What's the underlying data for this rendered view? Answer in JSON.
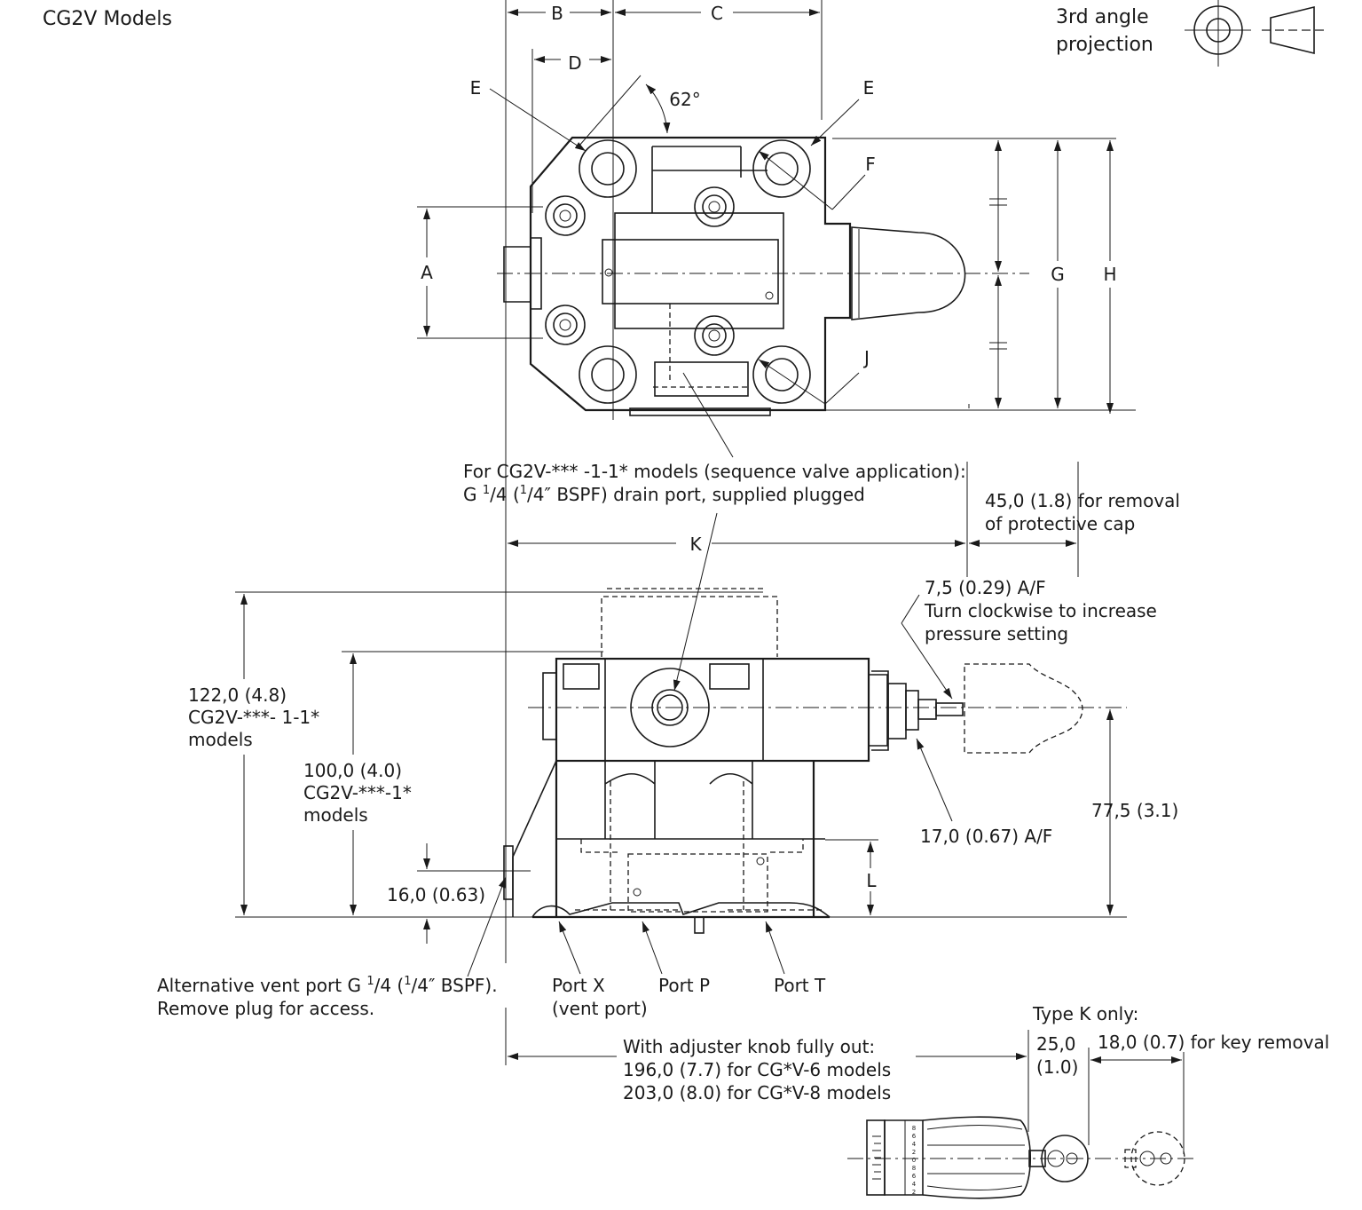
{
  "title": "CG2V Models",
  "projection": {
    "line1": "3rd angle",
    "line2": "projection"
  },
  "top_view": {
    "dim_b": "B",
    "dim_c": "C",
    "dim_d": "D",
    "dim_e_left": "E",
    "dim_e_right": "E",
    "dim_f": "F",
    "angle": "62°",
    "dim_a": "A",
    "dim_g": "G",
    "dim_h": "H",
    "dim_j": "J",
    "dim_k": "K"
  },
  "notes": {
    "sequence_line1": "For CG2V-***   -1-1* models (sequence valve application):",
    "sequence_line2_pre": "G ",
    "sequence_line2_num": "1",
    "sequence_line2_den": "/4 (",
    "sequence_line2_num2": "1",
    "sequence_line2_rest": "/4″ BSPF) drain port, supplied plugged",
    "cap_line1": "45,0 (1.8) for removal",
    "cap_line2": "of protective cap",
    "af_small": "7,5 (0.29) A/F",
    "turn_line1": "Turn clockwise to increase",
    "turn_line2": "pressure setting",
    "af_large": "17,0 (0.67) A/F",
    "height_122_line1": "122,0 (4.8)",
    "height_122_line2": "CG2V-***-  1-1*",
    "height_122_line3": "models",
    "height_100_line1": "100,0 (4.0)",
    "height_100_line2": "CG2V-***-1*",
    "height_100_line3": "models",
    "dim_16": "16,0 (0.63)",
    "dim_775": "77,5 (3.1)",
    "dim_l": "L",
    "vent_line1_pre": "Alternative vent port G  ",
    "vent_line1_num": "1",
    "vent_line1_mid": "/4 (",
    "vent_line1_num2": "1",
    "vent_line1_rest": "/4″ BSPF).",
    "vent_line2": "Remove plug for access.",
    "port_x_line1": "Port X",
    "port_x_line2": "(vent port)",
    "port_p": "Port P",
    "port_t": "Port T",
    "knob_line1": "With adjuster knob fully out:",
    "knob_line2": "196,0 (7.7) for CG*V-6 models",
    "knob_line3": "203,0 (8.0) for CG*V-8 models",
    "type_k": "Type K only:",
    "dim_25_line1": "25,0",
    "dim_25_line2": "(1.0)",
    "key_removal": "18,0 (0.7) for key removal"
  },
  "dial_marks": [
    "8",
    "6",
    "4",
    "2",
    "0",
    "8",
    "6",
    "4",
    "2"
  ]
}
